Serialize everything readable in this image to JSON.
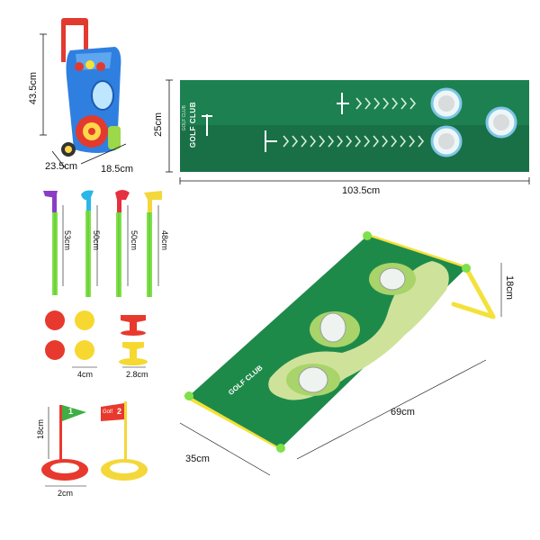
{
  "dimensions": {
    "cart_height": "43.5cm",
    "cart_width": "23.5cm",
    "cart_depth": "18.5cm",
    "mat_height": "25cm",
    "mat_length": "103.5cm",
    "club_1": "53cm",
    "club_2": "50cm",
    "club_3": "50cm",
    "club_4": "48cm",
    "ball_size": "4cm",
    "tee_size": "2.8cm",
    "flag_height": "18cm",
    "flag_base": "2cm",
    "net_height": "18cm",
    "net_length": "69cm",
    "net_width": "35cm"
  },
  "labels": {
    "mat_brand": "GOLF CLUB",
    "mat_sub": "GOLF CLUB",
    "net_brand": "GOLF CLUB",
    "flag_1": "1",
    "flag_2": "2",
    "flag_2_word": "Golf"
  },
  "colors": {
    "mat_green": "#1f7a4c",
    "mat_dark": "#176340",
    "cart_blue": "#2f7fe0",
    "cart_red": "#e33a2f",
    "club_yellow_green": "#8fe03a",
    "net_green": "#1e8a4a",
    "net_light": "#cbe08a",
    "frame_yellow": "#f4e13a"
  }
}
